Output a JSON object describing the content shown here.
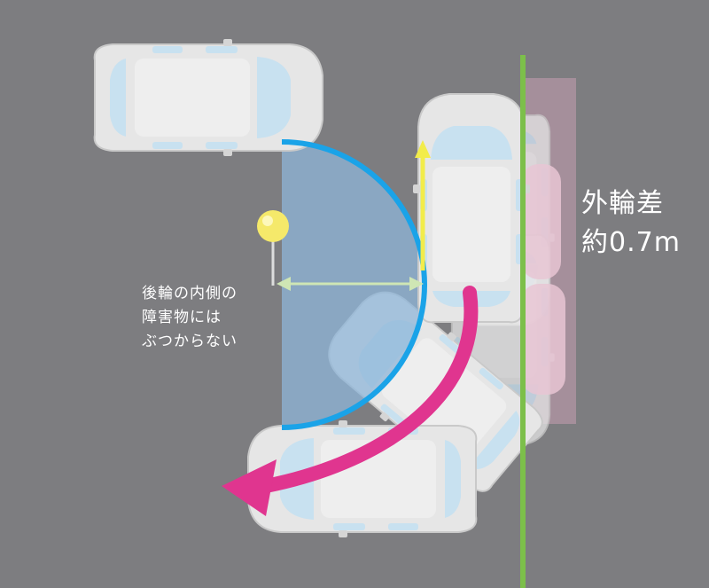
{
  "diagram": {
    "outer_label": {
      "line1": "外輪差",
      "line2": "約0.7m"
    },
    "inner_label": {
      "line1": "後輪の内側の",
      "line2": "障害物には",
      "line3": "ぶつからない"
    },
    "colors": {
      "background": "#7d7d80",
      "inner_zone": "#8fb6d8",
      "inner_arc": "#1aa3e8",
      "outer_zone": "#c79fb0",
      "boundary_line": "#7cbf4a",
      "turn_arrow": "#e0358f",
      "forward_arrow": "#f2ec4a",
      "width_arrow": "#cfe6b4",
      "pole": "#f5e96a",
      "car_body": "#e6e6e6",
      "car_glass": "#c8e1f0",
      "car_ghost": "#e8c6d4"
    }
  }
}
